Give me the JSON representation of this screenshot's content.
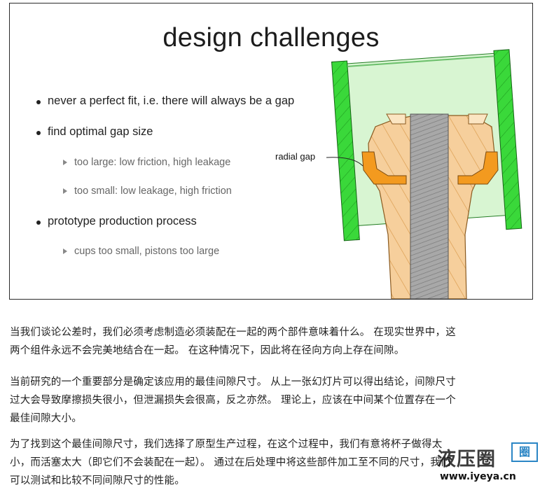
{
  "slide": {
    "title": "design challenges",
    "bullets": [
      "never a perfect fit, i.e. there will always be a gap",
      "find optimal gap size",
      "too large: low friction, high leakage",
      "too small: low leakage, high friction",
      "prototype production process",
      "cups too small, pistons too large"
    ],
    "diagram_label": "radial gap",
    "colors": {
      "housing_outline": "#3ad83a",
      "housing_fill": "#d8f5d2",
      "piston_fill": "#f6cf9c",
      "cup_orange": "#f39a1f",
      "rod_gray": "#9e9e9e"
    }
  },
  "paragraphs": [
    [
      "当我们谈论公差时，我们必须考虑制造必须装配在一起的两个部件意味着什么。 在现实世界中，这",
      "两个组件永远不会完美地结合在一起。 在这种情况下，因此将在径向方向上存在间隙。"
    ],
    [
      "当前研究的一个重要部分是确定该应用的最佳间隙尺寸。 从上一张幻灯片可以得出结论，间隙尺寸",
      "过大会导致摩擦损失很小，但泄漏损失会很高，反之亦然。 理论上，应该在中间某个位置存在一个",
      "最佳间隙大小。"
    ],
    [
      "为了找到这个最佳间隙尺寸，我们选择了原型生产过程，在这个过程中，我们有意将杯子做得太",
      "小，而活塞太大（即它们不会装配在一起）。 通过在后处理中将这些部件加工至不同的尺寸，我们",
      "可以测试和比较不同间隙尺寸的性能。"
    ]
  ],
  "watermark": {
    "main": "液压圈",
    "badge": "圈",
    "url": "www.iyeya.cn"
  }
}
